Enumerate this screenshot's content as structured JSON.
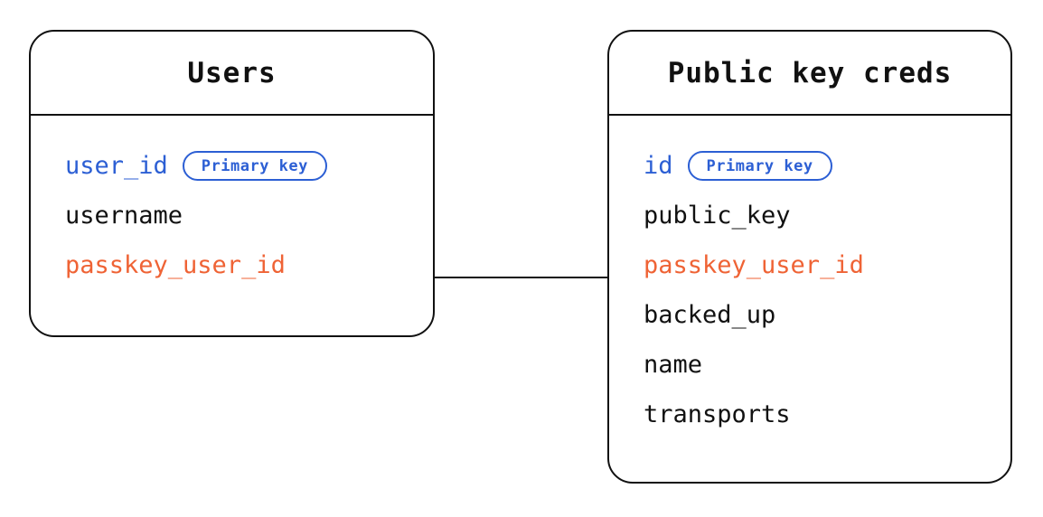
{
  "diagram": {
    "type": "entity-relationship-diagram",
    "background_color": "#ffffff",
    "colors": {
      "border": "#111111",
      "text": "#111111",
      "primary_key": "#2c5fd4",
      "foreign_key": "#ef6335"
    },
    "badge_label": "Primary key",
    "entities": [
      {
        "id": "users",
        "title": "Users",
        "fields": [
          {
            "name": "user_id",
            "role": "pk",
            "badge": "Primary key"
          },
          {
            "name": "username",
            "role": "plain",
            "badge": null
          },
          {
            "name": "passkey_user_id",
            "role": "fk",
            "badge": null
          }
        ]
      },
      {
        "id": "public-key-creds",
        "title": "Public key creds",
        "fields": [
          {
            "name": "id",
            "role": "pk",
            "badge": "Primary key"
          },
          {
            "name": "public_key",
            "role": "plain",
            "badge": null
          },
          {
            "name": "passkey_user_id",
            "role": "fk",
            "badge": null
          },
          {
            "name": "backed_up",
            "role": "plain",
            "badge": null
          },
          {
            "name": "name",
            "role": "plain",
            "badge": null
          },
          {
            "name": "transports",
            "role": "plain",
            "badge": null
          }
        ]
      }
    ],
    "relationships": [
      {
        "id": "users-to-public-key-creds",
        "from_entity": "users",
        "from_field": "passkey_user_id",
        "to_entity": "public-key-creds",
        "to_field": "passkey_user_id",
        "style": "straight-line"
      }
    ]
  }
}
